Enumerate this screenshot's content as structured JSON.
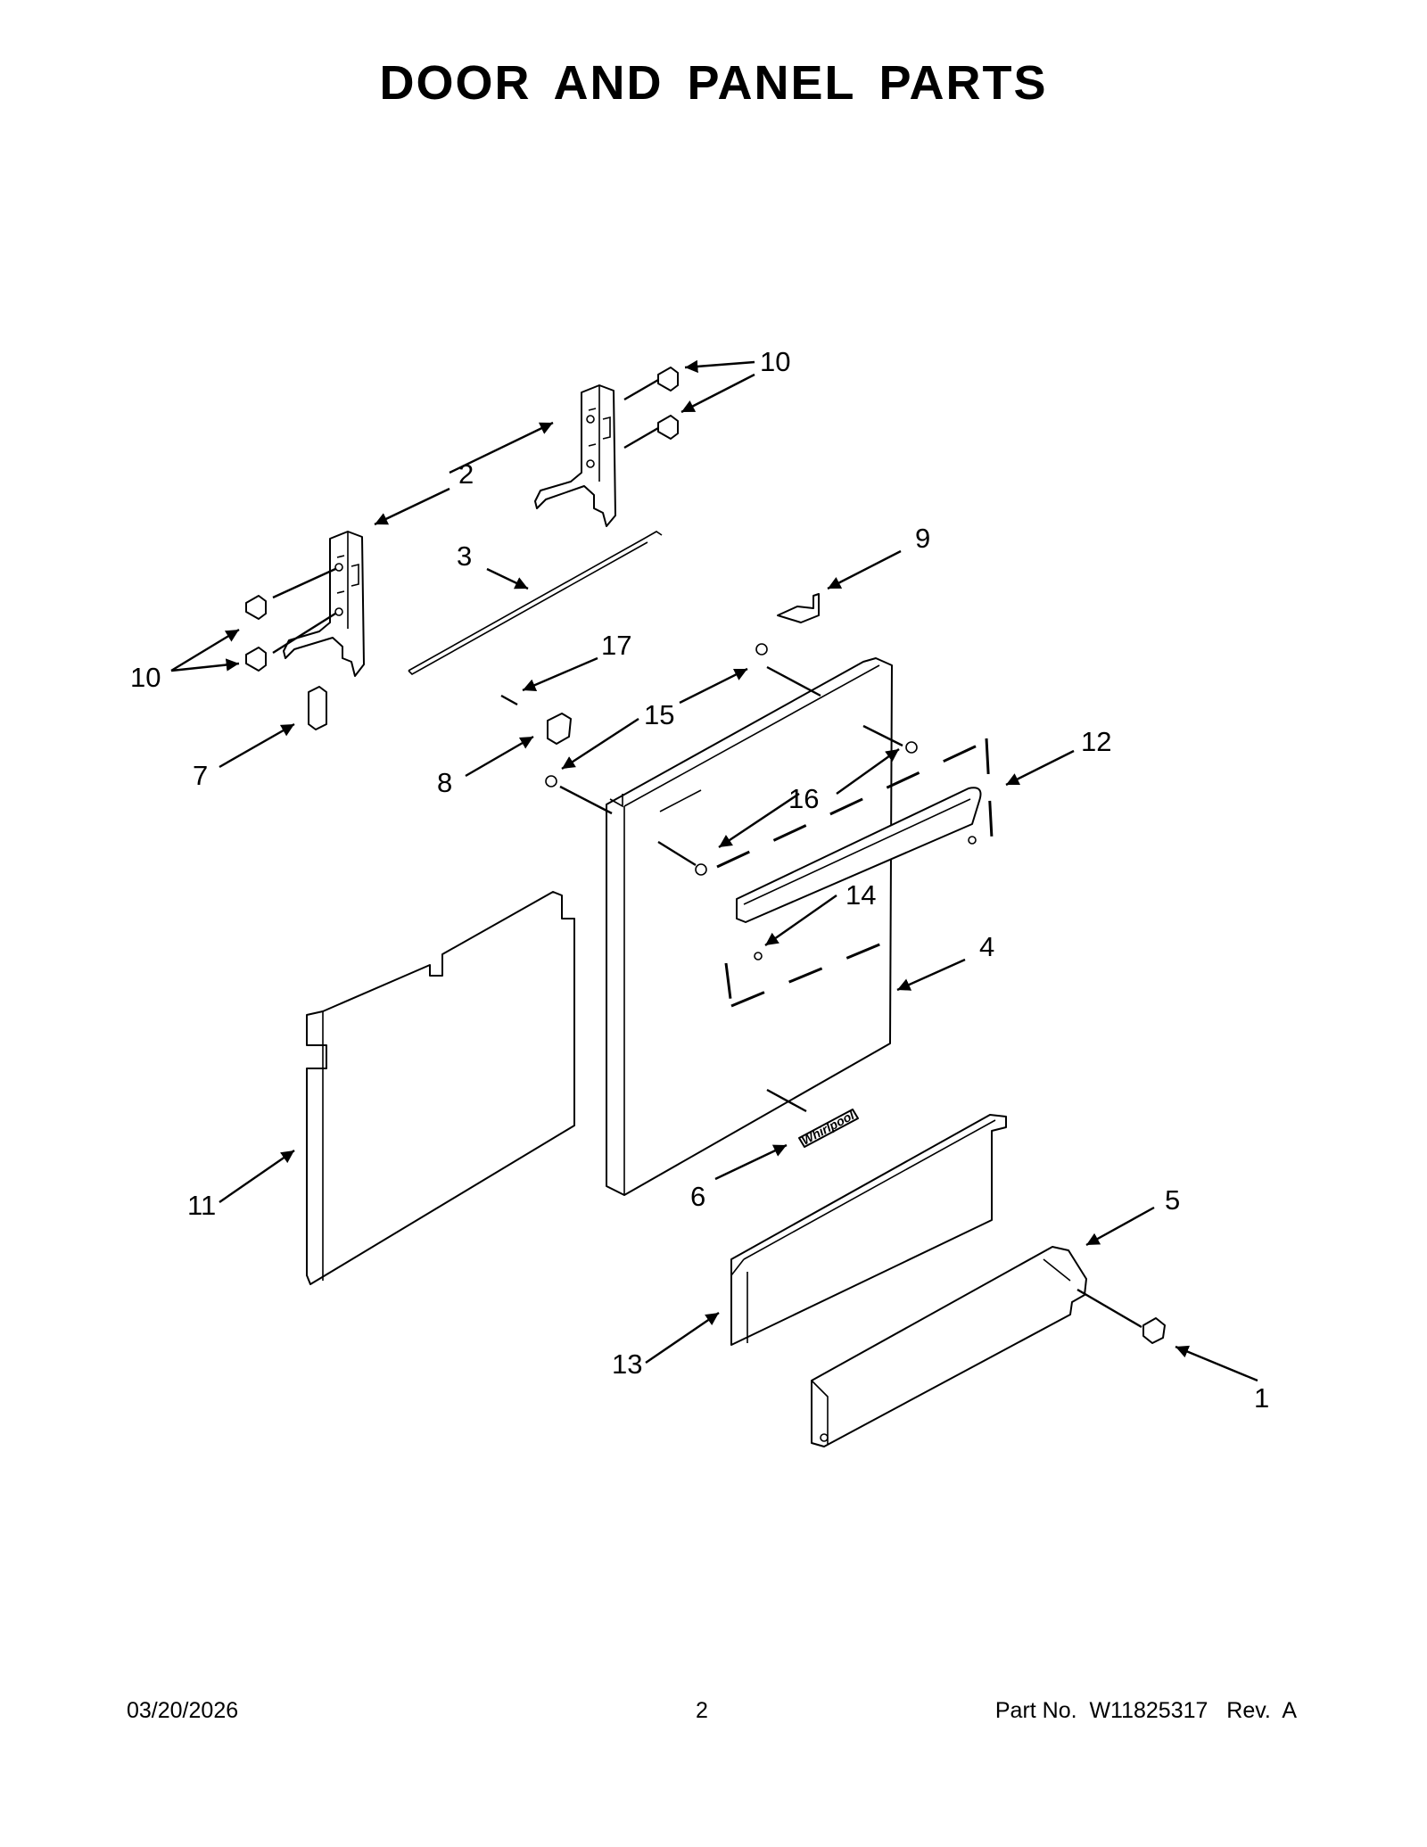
{
  "page": {
    "title": "DOOR AND PANEL PARTS"
  },
  "callouts": [
    "1",
    "2",
    "3",
    "4",
    "5",
    "6",
    "7",
    "8",
    "9",
    "10",
    "10",
    "11",
    "12",
    "13",
    "14",
    "15",
    "16",
    "17"
  ],
  "brand_badge": "Whirlpool",
  "footer": {
    "date": "03/20/2026",
    "page_number": "2",
    "part_number": "Part No.  W11825317   Rev.  A"
  }
}
